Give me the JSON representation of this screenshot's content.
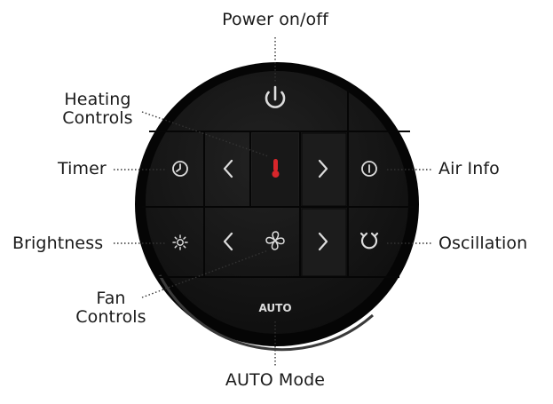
{
  "labels": {
    "power": "Power on/off",
    "heating": [
      "Heating",
      "Controls"
    ],
    "timer": "Timer",
    "air_info": "Air Info",
    "brightness": "Brightness",
    "oscillation": "Oscillation",
    "fan": [
      "Fan",
      "Controls"
    ],
    "auto_mode": "AUTO Mode"
  },
  "remote": {
    "auto_button_text": "AUTO"
  },
  "colors": {
    "body": "#141414",
    "bezel": "#050505",
    "icon": "#dcdcdc",
    "heat_accent": "#d8262b",
    "leader": "#333333"
  }
}
